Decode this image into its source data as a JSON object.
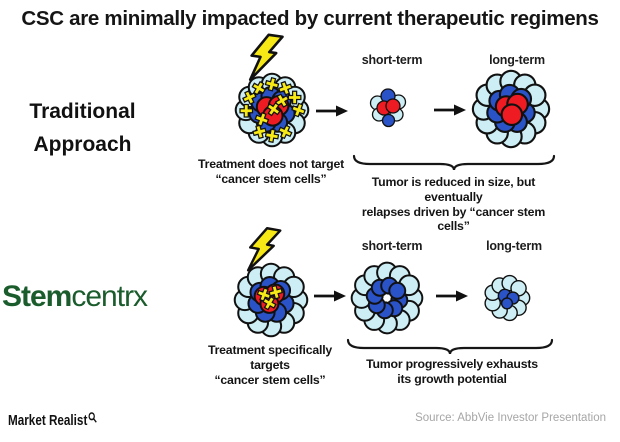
{
  "title": "CSC are minimally impacted by current therapeutic regimens",
  "traditional": {
    "label_line1": "Traditional",
    "label_line2": "Approach",
    "short_term": "short-term",
    "long_term": "long-term",
    "caption_treatment_line1": "Treatment does not target",
    "caption_treatment_line2": "“cancer stem cells”",
    "caption_outcome_line1": "Tumor is reduced in size, but eventually",
    "caption_outcome_line2": "relapses driven by “cancer stem cells”"
  },
  "stemcentrx": {
    "short_term": "short-term",
    "long_term": "long-term",
    "caption_treatment_line1": "Treatment specifically targets",
    "caption_treatment_line2": "“cancer stem cells”",
    "caption_outcome_line1": "Tumor progressively exhausts",
    "caption_outcome_line2": "its growth potential"
  },
  "brand": {
    "stem": "Stem",
    "centrx": "centrx"
  },
  "footer": {
    "logo": "Market Realist",
    "source": "Source: AbbVie Investor Presentation"
  },
  "icons": {
    "lightning": "lightning-bolt-icon",
    "arrow": "arrow-right-icon",
    "brace": "curly-brace-icon",
    "magnifier": "magnifier-icon"
  },
  "colors": {
    "cell_light_blue": "#cdeef4",
    "cell_dark_blue": "#2b53c8",
    "cell_red": "#ee1b22",
    "cross_yellow": "#f7e915",
    "bolt_yellow": "#f7e915",
    "brand_green": "#1a5c2c",
    "source_gray": "#a6a6a6",
    "outline_black": "#111111"
  },
  "clusters": {
    "traditional_initial": {
      "size": 78,
      "cells": [
        [
          "L",
          83.5,
          50,
          13
        ],
        [
          "L",
          79,
          66.8,
          13
        ],
        [
          "L",
          66.8,
          79,
          13
        ],
        [
          "L",
          50,
          83.5,
          13
        ],
        [
          "L",
          33.2,
          79,
          13
        ],
        [
          "L",
          21,
          66.8,
          13
        ],
        [
          "L",
          16.5,
          50,
          13
        ],
        [
          "L",
          21,
          33.2,
          13
        ],
        [
          "L",
          33.2,
          21,
          13
        ],
        [
          "L",
          50,
          16.5,
          13
        ],
        [
          "L",
          66.8,
          21,
          13
        ],
        [
          "L",
          79,
          33.2,
          13
        ],
        [
          "B",
          66.9,
          54.5,
          12
        ],
        [
          "B",
          57.4,
          65.9,
          12
        ],
        [
          "B",
          42.6,
          65.9,
          12
        ],
        [
          "B",
          33.1,
          54.5,
          12
        ],
        [
          "B",
          35.7,
          40,
          12
        ],
        [
          "B",
          48.5,
          32.6,
          12
        ],
        [
          "B",
          62.4,
          37.6,
          12
        ],
        [
          "R",
          43,
          46,
          12.5
        ],
        [
          "R",
          58.5,
          44.5,
          12.5
        ],
        [
          "R",
          51,
          57.5,
          12.5
        ]
      ],
      "crosses": [
        [
          50,
          17,
          15
        ],
        [
          67,
          22,
          -20
        ],
        [
          33,
          22,
          30
        ],
        [
          79,
          34,
          0
        ],
        [
          21,
          34,
          -25
        ],
        [
          84,
          50,
          20
        ],
        [
          17,
          51,
          0
        ],
        [
          67,
          78,
          25
        ],
        [
          34,
          78,
          -15
        ],
        [
          50,
          83,
          10
        ],
        [
          63,
          38,
          -30
        ],
        [
          37,
          62,
          20
        ],
        [
          52,
          49,
          35
        ]
      ]
    },
    "traditional_short": {
      "size": 50,
      "cells": [
        [
          "L",
          29,
          40,
          14
        ],
        [
          "L",
          71,
          38,
          14
        ],
        [
          "L",
          32,
          63,
          13
        ],
        [
          "L",
          67,
          63,
          13
        ],
        [
          "B",
          50,
          26,
          14
        ],
        [
          "B",
          51,
          75,
          12
        ],
        [
          "R",
          42,
          50,
          14
        ],
        [
          "R",
          60,
          46,
          14
        ]
      ],
      "crosses": []
    },
    "traditional_long": {
      "size": 82,
      "cells": [
        [
          "L",
          83.5,
          50,
          13
        ],
        [
          "L",
          79,
          66.8,
          13
        ],
        [
          "L",
          66.8,
          79,
          13
        ],
        [
          "L",
          50,
          83.5,
          13
        ],
        [
          "L",
          33.2,
          79,
          13
        ],
        [
          "L",
          21,
          66.8,
          13
        ],
        [
          "L",
          16.5,
          50,
          13
        ],
        [
          "L",
          21,
          33.2,
          13
        ],
        [
          "L",
          33.2,
          21,
          13
        ],
        [
          "L",
          50,
          16.5,
          13
        ],
        [
          "L",
          66.8,
          21,
          13
        ],
        [
          "L",
          79,
          33.2,
          13
        ],
        [
          "B",
          66.9,
          54.5,
          12
        ],
        [
          "B",
          57.4,
          65.9,
          12
        ],
        [
          "B",
          42.6,
          65.9,
          12
        ],
        [
          "B",
          33.1,
          54.5,
          12
        ],
        [
          "B",
          35.7,
          40,
          12
        ],
        [
          "B",
          48.5,
          32.6,
          12
        ],
        [
          "B",
          62.4,
          37.6,
          12
        ],
        [
          "R",
          44,
          47,
          12.5
        ],
        [
          "R",
          58,
          44,
          12.5
        ],
        [
          "R",
          51,
          57,
          12.5
        ]
      ],
      "crosses": []
    },
    "stemcentrx_initial": {
      "size": 78,
      "cells": [
        [
          "L",
          83.5,
          50,
          13
        ],
        [
          "L",
          79,
          66.8,
          13
        ],
        [
          "L",
          66.8,
          79,
          13
        ],
        [
          "L",
          50,
          83.5,
          13
        ],
        [
          "L",
          33.2,
          79,
          13
        ],
        [
          "L",
          21,
          66.8,
          13
        ],
        [
          "L",
          16.5,
          50,
          13
        ],
        [
          "L",
          21,
          33.2,
          13
        ],
        [
          "L",
          33.2,
          21,
          13
        ],
        [
          "L",
          50,
          16.5,
          13
        ],
        [
          "L",
          66.8,
          21,
          13
        ],
        [
          "L",
          79,
          33.2,
          13
        ],
        [
          "B",
          66.9,
          54.5,
          12
        ],
        [
          "B",
          57.4,
          65.9,
          12
        ],
        [
          "B",
          42.6,
          65.9,
          12
        ],
        [
          "B",
          33.1,
          54.5,
          12
        ],
        [
          "B",
          35.7,
          40,
          12
        ],
        [
          "B",
          48.5,
          32.6,
          12
        ],
        [
          "B",
          62.4,
          37.6,
          12
        ],
        [
          "R",
          41,
          45,
          12
        ],
        [
          "R",
          55,
          42,
          12
        ],
        [
          "R",
          48,
          55,
          11.5
        ]
      ],
      "crosses": [
        [
          41,
          43,
          20
        ],
        [
          56,
          40,
          -15
        ],
        [
          48,
          54,
          30
        ]
      ]
    },
    "stemcentrx_short": {
      "size": 76,
      "cells": [
        [
          "L",
          83.5,
          50,
          13
        ],
        [
          "L",
          79,
          66.8,
          13
        ],
        [
          "L",
          66.8,
          79,
          13
        ],
        [
          "L",
          50,
          83.5,
          13
        ],
        [
          "L",
          33.2,
          79,
          13
        ],
        [
          "L",
          21,
          66.8,
          13
        ],
        [
          "L",
          16.5,
          50,
          13
        ],
        [
          "L",
          21,
          33.2,
          13
        ],
        [
          "L",
          33.2,
          21,
          13
        ],
        [
          "L",
          50,
          16.5,
          13
        ],
        [
          "L",
          66.8,
          21,
          13
        ],
        [
          "L",
          79,
          33.2,
          13
        ],
        [
          "B",
          66.2,
          52.9,
          10.5
        ],
        [
          "B",
          59.5,
          63.5,
          10.5
        ],
        [
          "B",
          47.1,
          66.2,
          10.5
        ],
        [
          "B",
          36.5,
          59.5,
          10.5
        ],
        [
          "B",
          33.8,
          47.1,
          10.5
        ],
        [
          "B",
          40.5,
          36.5,
          10.5
        ],
        [
          "B",
          52.9,
          33.8,
          10.5
        ],
        [
          "B",
          63.5,
          40.5,
          10.5
        ]
      ],
      "crosses": []
    },
    "stemcentrx_long": {
      "size": 54,
      "cells": [
        [
          "L",
          78,
          50,
          14
        ],
        [
          "L",
          71.4,
          68,
          14
        ],
        [
          "L",
          54.9,
          77.6,
          14
        ],
        [
          "L",
          36.4,
          73.2,
          14
        ],
        [
          "L",
          23.5,
          59.7,
          14
        ],
        [
          "L",
          23.5,
          40.3,
          14
        ],
        [
          "L",
          36.4,
          26.8,
          14
        ],
        [
          "L",
          54.9,
          22.4,
          14
        ],
        [
          "L",
          71.4,
          32,
          14
        ],
        [
          "B",
          46,
          46,
          12
        ],
        [
          "B",
          61,
          50,
          11
        ],
        [
          "B",
          50,
          60,
          10
        ]
      ],
      "crosses": []
    }
  }
}
